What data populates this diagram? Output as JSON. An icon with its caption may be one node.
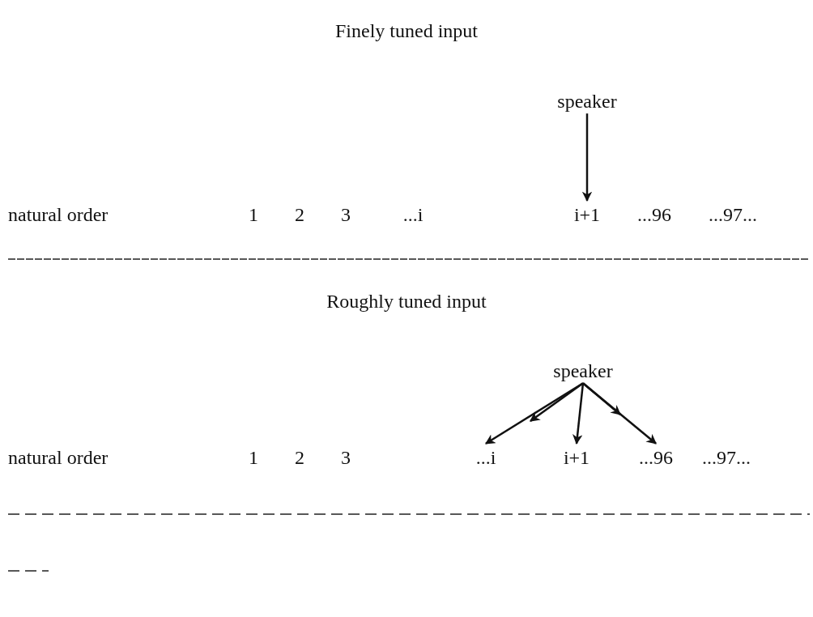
{
  "diagram": {
    "nodes": [
      {
        "text": [
          "speaker"
        ]
      },
      {
        "text": [
          "i+1"
        ]
      },
      {
        "text": [
          "speaker"
        ]
      },
      {
        "text": [
          "...i"
        ]
      },
      {
        "text": [
          "i+1"
        ]
      },
      {
        "text": [
          "...96"
        ]
      }
    ],
    "edges": [
      {
        "from": 0,
        "to": 1,
        "arrow": "to"
      },
      {
        "from": 2,
        "to": 3,
        "arrow": "to"
      },
      {
        "from": 2,
        "to": null,
        "arrow": "to"
      },
      {
        "from": 2,
        "to": 4,
        "arrow": "to"
      },
      {
        "from": 2,
        "to": null,
        "arrow": "to"
      },
      {
        "from": 2,
        "to": 5,
        "arrow": "to"
      }
    ],
    "labels": [
      "Finely tuned input",
      "natural order",
      "1",
      "2",
      "3",
      "...i",
      "...96",
      "...97...",
      "Roughly tuned input",
      "natural order",
      "1",
      "2",
      "3",
      "...97..."
    ]
  }
}
